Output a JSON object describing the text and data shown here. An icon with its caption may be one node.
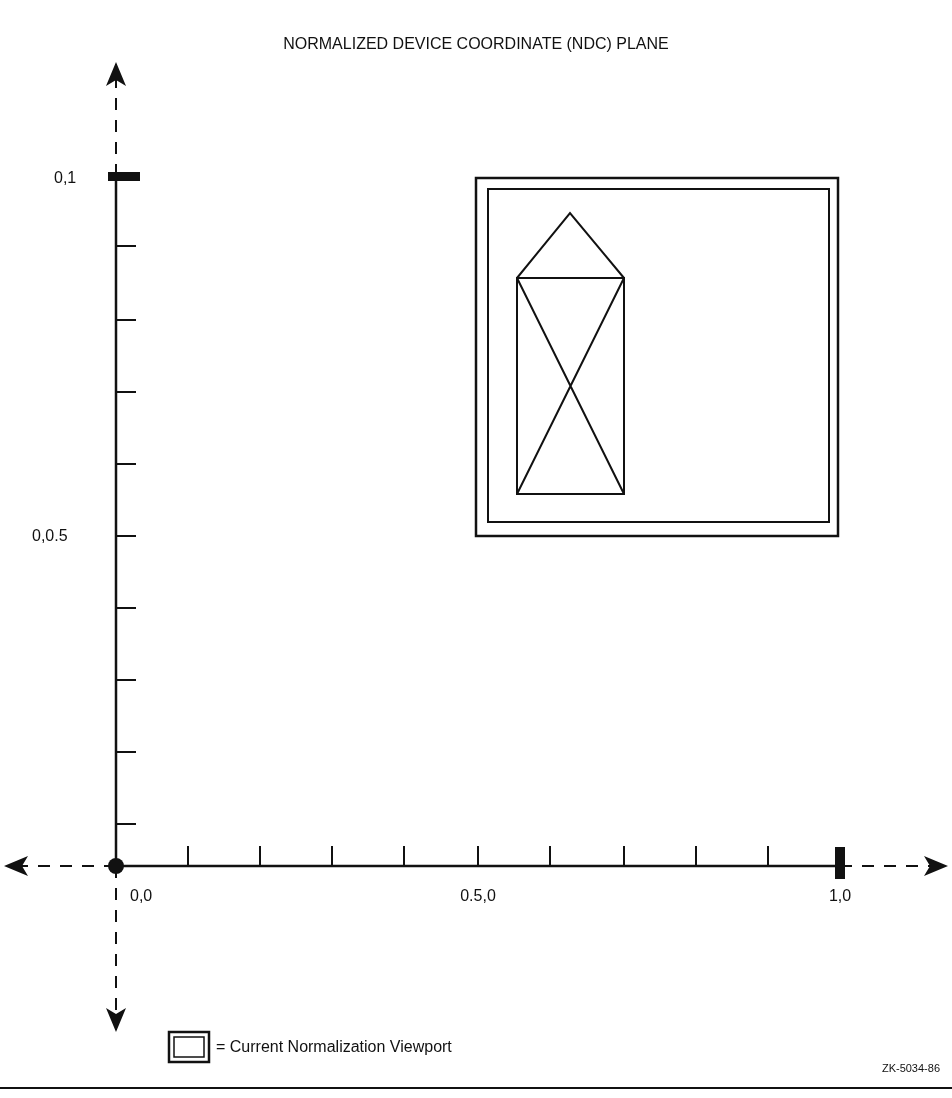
{
  "diagram": {
    "title": "NORMALIZED DEVICE COORDINATE (NDC) PLANE",
    "labels": [
      "0,1",
      "0,0.5",
      "0,0",
      "0.5,0",
      "1,0",
      "ZK-5034-86"
    ],
    "legend": [
      {
        "text": "= Current Normalization Viewport"
      }
    ]
  }
}
